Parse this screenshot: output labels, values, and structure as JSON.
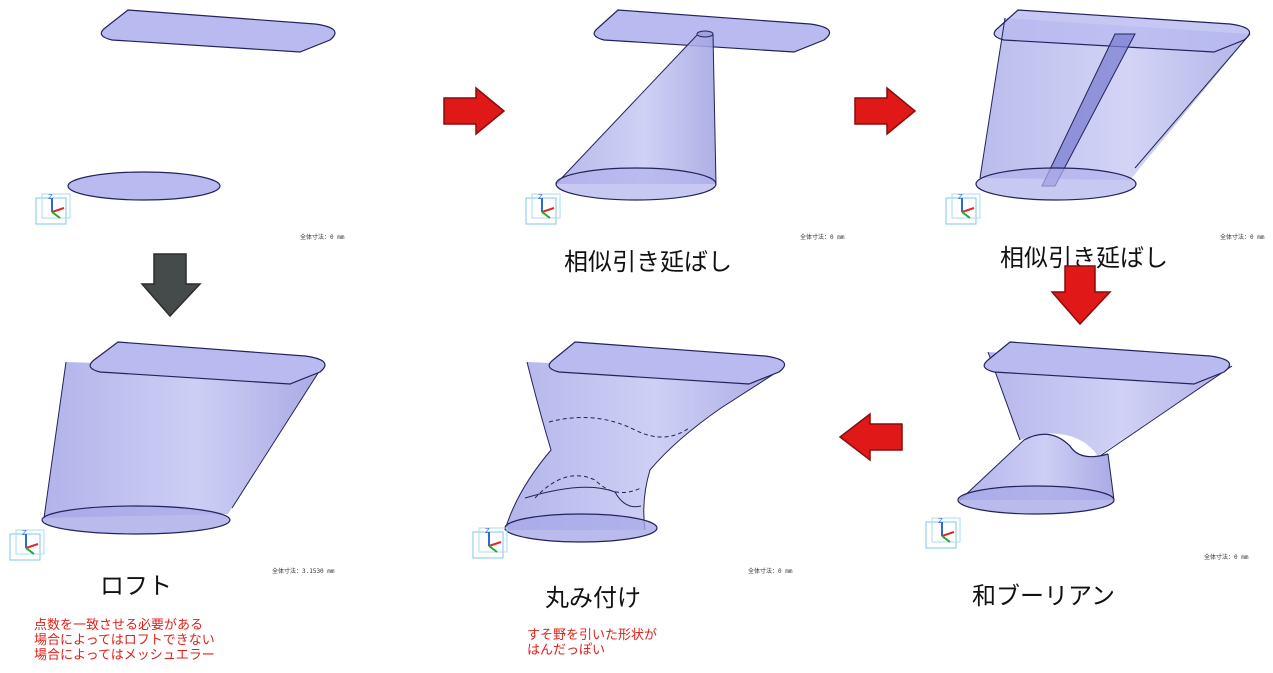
{
  "colors": {
    "fill": "#b6b8ee",
    "fill_dark": "#8f92da",
    "stroke": "#23235a",
    "arrow_red": "#e01818",
    "arrow_gray": "#454b4a",
    "note_red": "#e0201a"
  },
  "panels": [
    {
      "id": "base-shapes",
      "caption": "",
      "dimension": "全体寸法：0 mm"
    },
    {
      "id": "similar-extrude-1",
      "caption": "相似引き延ばし",
      "dimension": "全体寸法：0 mm"
    },
    {
      "id": "similar-extrude-2",
      "caption": "相似引き延ばし",
      "dimension": "全体寸法：0 mm"
    },
    {
      "id": "loft",
      "caption": "ロフト",
      "dimension": "全体寸法：3.1530 mm"
    },
    {
      "id": "fillet",
      "caption": "丸み付け",
      "dimension": "全体寸法：0 mm"
    },
    {
      "id": "union-boolean",
      "caption": "和ブーリアン",
      "dimension": "全体寸法：0 mm"
    }
  ],
  "notes": {
    "loft": [
      "点数を一致させる必要がある",
      "場合によってはロフトできない",
      "場合によってはメッシュエラー"
    ],
    "fillet": [
      "すそ野を引いた形状が",
      "はんだっぽい"
    ]
  },
  "arrows": [
    {
      "id": "arrow-1-to-2",
      "direction": "right",
      "color": "red"
    },
    {
      "id": "arrow-2-to-3",
      "direction": "right",
      "color": "red"
    },
    {
      "id": "arrow-1-to-loft",
      "direction": "down",
      "color": "gray"
    },
    {
      "id": "arrow-3-to-union",
      "direction": "down",
      "color": "red"
    },
    {
      "id": "arrow-union-to-fillet",
      "direction": "left",
      "color": "red"
    }
  ]
}
